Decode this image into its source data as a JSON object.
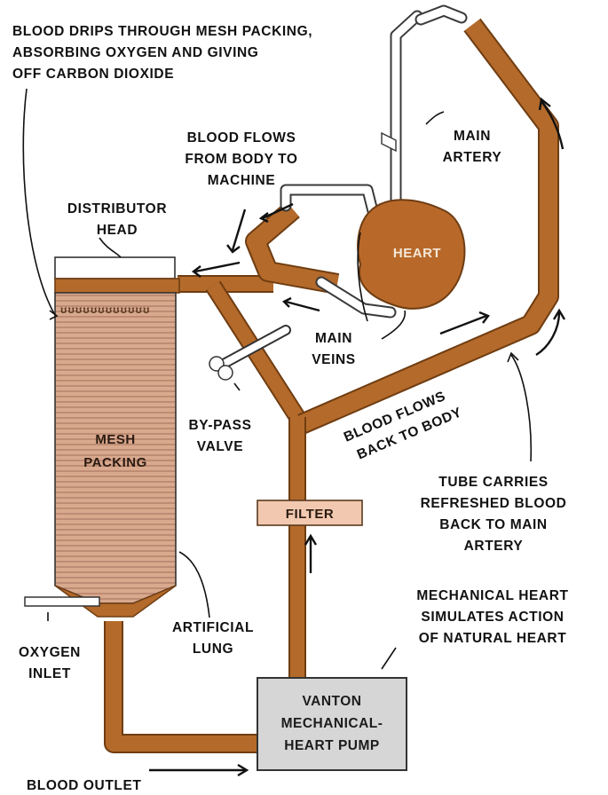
{
  "labels": {
    "blood_drips": [
      "BLOOD DRIPS THROUGH MESH PACKING,",
      "ABSORBING OXYGEN AND GIVING",
      "OFF CARBON DIOXIDE"
    ],
    "blood_flows_from_body": [
      "BLOOD FLOWS",
      "FROM BODY TO",
      "MACHINE"
    ],
    "distributor_head": [
      "DISTRIBUTOR",
      "HEAD"
    ],
    "main_artery": [
      "MAIN",
      "ARTERY"
    ],
    "heart": "HEART",
    "main_veins": [
      "MAIN",
      "VEINS"
    ],
    "mesh_packing": [
      "MESH",
      "PACKING"
    ],
    "bypass_valve": [
      "BY-PASS",
      "VALVE"
    ],
    "blood_flows_back": [
      "BLOOD FLOWS",
      "BACK TO BODY"
    ],
    "filter": "FILTER",
    "tube_carries": [
      "TUBE CARRIES",
      "REFRESHED BLOOD",
      "BACK TO MAIN",
      "ARTERY"
    ],
    "mechanical_heart": [
      "MECHANICAL HEART",
      "SIMULATES ACTION",
      "OF NATURAL HEART"
    ],
    "artificial_lung": [
      "ARTIFICIAL",
      "LUNG"
    ],
    "oxygen_inlet": [
      "OXYGEN",
      "INLET"
    ],
    "pump": [
      "VANTON",
      "MECHANICAL-",
      "HEART PUMP"
    ],
    "blood_outlet": "BLOOD OUTLET"
  },
  "colors": {
    "tube": "#b46a2a",
    "tube_edge": "#6f3d12",
    "heart": "#b8692a",
    "mesh": "#d9a98e",
    "filter": "#f2c9b0",
    "pump": "#d6d6d6"
  }
}
